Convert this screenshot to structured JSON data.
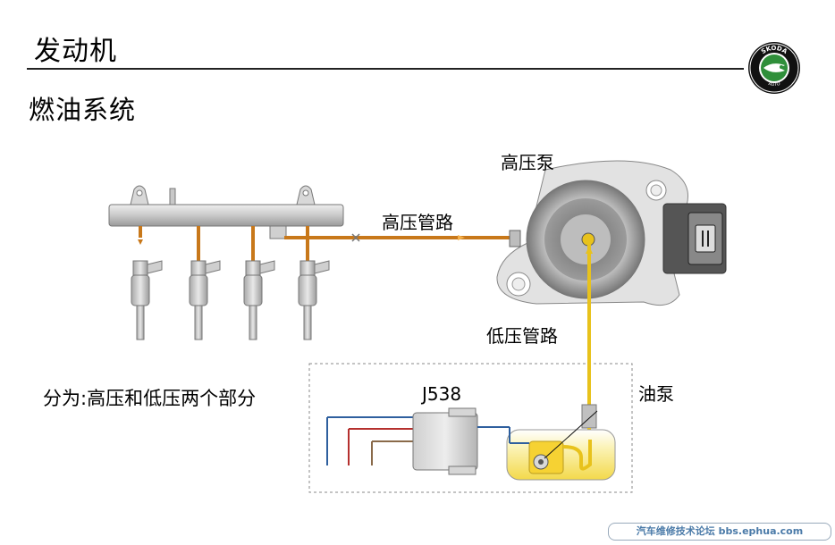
{
  "header": {
    "title": "发动机",
    "subtitle": "燃油系统"
  },
  "brand": {
    "logo_text": "SKODA",
    "logo_subtext": "AUTO",
    "colors": {
      "green": "#2f8f3a",
      "black": "#111111"
    }
  },
  "diagram": {
    "labels": {
      "high_pressure_pump": "高压泵",
      "high_pressure_line": "高压管路",
      "low_pressure_line": "低压管路",
      "control_unit": "J538",
      "fuel_pump": "油泵"
    },
    "colors": {
      "high_pressure_line": "#c8781a",
      "low_pressure_line": "#e8c21c",
      "tank_fill": "#f6e35a",
      "wire_blue": "#2e5f9e",
      "wire_red": "#b5302e",
      "wire_brown": "#8a6a4a"
    }
  },
  "note": "分为:高压和低压两个部分",
  "footer": {
    "watermark": "汽车维修技术论坛 bbs.ephua.com"
  }
}
